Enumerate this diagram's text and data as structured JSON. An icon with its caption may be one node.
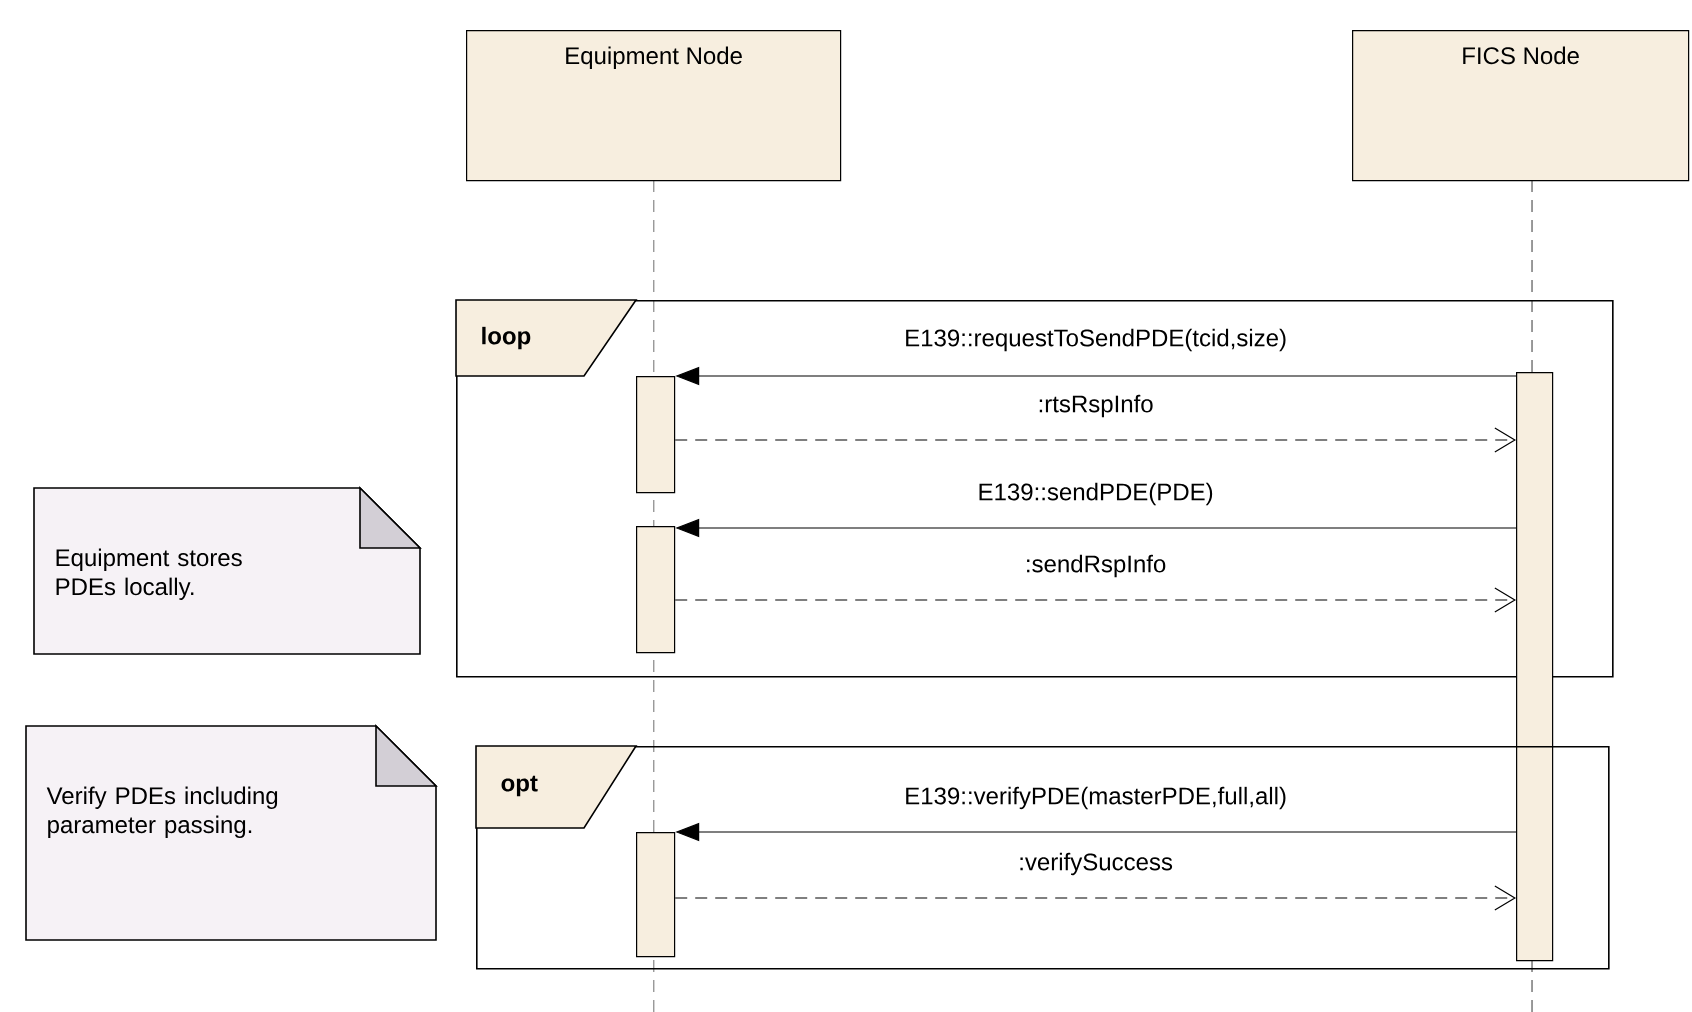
{
  "diagram": {
    "nodes": [
      {
        "text": [
          "Equipment Node"
        ]
      },
      {
        "text": [
          "FICS Node"
        ]
      },
      {
        "text": [
          "loop"
        ]
      },
      {
        "text": [],
        "shape": "bar"
      },
      {
        "text": [],
        "shape": "bar",
        "in": 2
      },
      {
        "text": [],
        "shape": "bar",
        "in": 2
      },
      {
        "text": [
          "Equipment stores PDEs locally."
        ]
      },
      {
        "text": [
          "opt"
        ]
      },
      {
        "text": [
          "Verify PDEs including parameter passing."
        ]
      },
      {
        "text": [],
        "shape": "bar",
        "in": 7
      }
    ],
    "edges": [
      {
        "from": 3,
        "to": 4,
        "arrow": "to",
        "label": "E139::requestToSendPDE(tcid,size)"
      },
      {
        "from": 4,
        "to": 3,
        "arrow": "to",
        "style": "dashed",
        "label": ":rtsRspInfo"
      },
      {
        "from": 3,
        "to": 5,
        "arrow": "to",
        "label": "E139::sendPDE(PDE)"
      },
      {
        "from": 5,
        "to": 3,
        "arrow": "to",
        "style": "dashed",
        "label": ":sendRspInfo"
      },
      {
        "from": 3,
        "to": 9,
        "arrow": "to",
        "label": "E139::verifyPDE(masterPDE,full,all)"
      },
      {
        "from": 9,
        "to": 3,
        "arrow": "to",
        "style": "dashed",
        "label": ":verifySuccess"
      }
    ]
  }
}
